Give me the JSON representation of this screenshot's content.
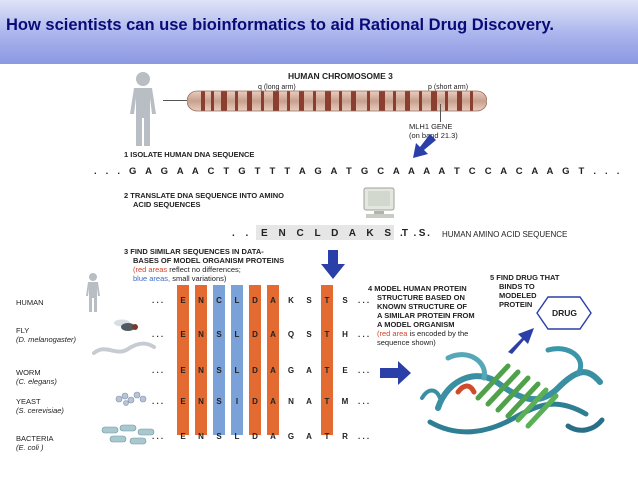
{
  "title": "How scientists can use bioinformatics to aid Rational Drug Discovery.",
  "colors": {
    "banner_top": "#dfe4f7",
    "banner_bottom": "#8c98e2",
    "title": "#0a0a78",
    "red_area": "#e36a30",
    "blue_area": "#7aa2d8",
    "arrow": "#2b3fa8",
    "drug_border": "#2b3fa8"
  },
  "chromosome": {
    "title": "HUMAN CHROMOSOME 3",
    "q_arm": "q (long arm)",
    "p_arm": "p (short arm)",
    "gene_line1": "MLH1 GENE",
    "gene_line2": "(on band 21.3)"
  },
  "step1": {
    "label": "1  ISOLATE HUMAN DNA SEQUENCE",
    "dna_sequence": ". . .  G A G A A C T G T T T A G A T G C A A A A T C C A C A A G T . . ."
  },
  "step2": {
    "line1": "2  TRANSLATE DNA SEQUENCE INTO AMINO",
    "line2": "ACID SEQUENCES",
    "aa_prefix": ". . .",
    "aa_sequence": "E N C L D A K S T S",
    "aa_suffix": ". . .",
    "aa_caption": "HUMAN AMINO ACID SEQUENCE"
  },
  "step3": {
    "line1": "3  FIND SIMILAR SEQUENCES IN DATA-",
    "line2": "BASES OF MODEL ORGANISM PROTEINS",
    "red_word": "(red areas",
    "red_rest": "reflect no differences;",
    "blue_word": "blue areas,",
    "blue_rest": "small variations)"
  },
  "alignment": {
    "prefix": ". . .",
    "suffix": ". . .",
    "rows": [
      {
        "organism": "HUMAN",
        "species": "",
        "residues": [
          "E",
          "N",
          "C",
          "L",
          "D",
          "A",
          "K",
          "S",
          "T",
          "S"
        ]
      },
      {
        "organism": "FLY",
        "species": "(D. melanogaster)",
        "residues": [
          "E",
          "N",
          "S",
          "L",
          "D",
          "A",
          "Q",
          "S",
          "T",
          "H"
        ]
      },
      {
        "organism": "WORM",
        "species": "(C. elegans)",
        "residues": [
          "E",
          "N",
          "S",
          "L",
          "D",
          "A",
          "G",
          "A",
          "T",
          "E"
        ]
      },
      {
        "organism": "YEAST",
        "species": "(S. cerevisiae)",
        "residues": [
          "E",
          "N",
          "S",
          "I",
          "D",
          "A",
          "N",
          "A",
          "T",
          "M"
        ]
      },
      {
        "organism": "BACTERIA",
        "species": "(E. coli )",
        "residues": [
          "E",
          "N",
          "S",
          "L",
          "D",
          "A",
          "G",
          "A",
          "T",
          "R"
        ]
      }
    ]
  },
  "step4": {
    "line1": "4  MODEL HUMAN PROTEIN",
    "line2": "STRUCTURE BASED ON",
    "line3": "KNOWN STRUCTURE OF",
    "line4": "A SIMILAR PROTEIN FROM",
    "line5": "A MODEL ORGANISM",
    "red_word": "(red area",
    "red_rest": "is encoded by the",
    "line7": "sequence shown)"
  },
  "step5": {
    "line1": "5  FIND DRUG THAT",
    "line2": "BINDS TO",
    "line3": "MODELED",
    "line4": "PROTEIN",
    "drug_label": "DRUG"
  }
}
